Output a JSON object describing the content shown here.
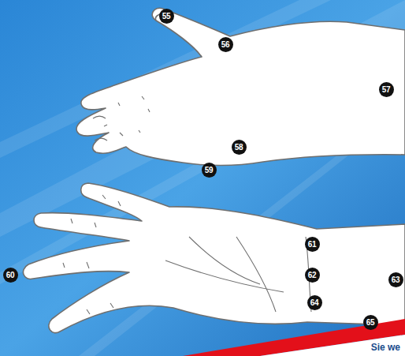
{
  "diagram": {
    "labels": [
      "55",
      "56",
      "57",
      "58",
      "59",
      "60",
      "61",
      "62",
      "63",
      "64",
      "65",
      "Sie we"
    ]
  }
}
